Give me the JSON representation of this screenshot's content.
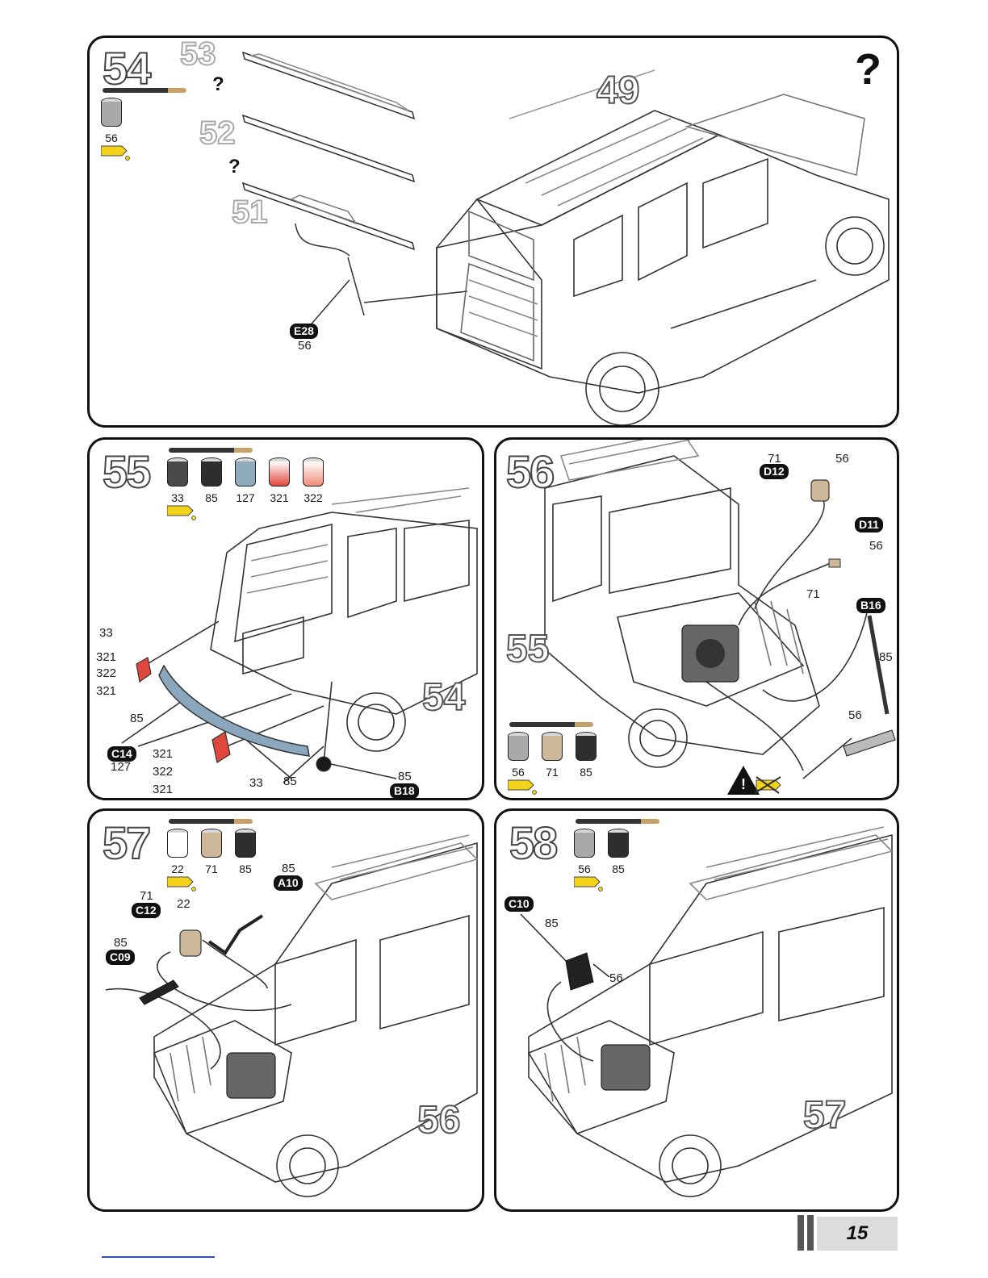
{
  "page": {
    "number": "15"
  },
  "steps": {
    "s54": {
      "number": "54",
      "paints": [
        "56"
      ],
      "sub_refs": [
        "53",
        "52",
        "51"
      ],
      "question_marks": [
        "?",
        "?"
      ],
      "big_question": "?",
      "ref_label": "49",
      "part_tag": "E28",
      "part_color": "56"
    },
    "s55": {
      "number": "55",
      "paints": [
        "33",
        "85",
        "127",
        "321",
        "322"
      ],
      "ref_label": "54",
      "left_labels": [
        "33",
        "321",
        "322",
        "321"
      ],
      "bumper_color": "85",
      "part_tag": "C14",
      "part_color": "127",
      "lower_labels": [
        "321",
        "322",
        "321"
      ],
      "lower_33": "33",
      "lower_85": "85",
      "b18_color": "85",
      "b18_tag": "B18"
    },
    "s56": {
      "number": "56",
      "paints": [
        "56",
        "71",
        "85"
      ],
      "ref_label": "55",
      "d12_color": "71",
      "d12_tag": "D12",
      "d12_paint": "56",
      "d11_tag": "D11",
      "d11_paint": "56",
      "d11_color": "71",
      "b16_tag": "B16",
      "b16_color": "85",
      "lower_paint": "56",
      "warning": "!"
    },
    "s57": {
      "number": "57",
      "paints": [
        "22",
        "71",
        "85"
      ],
      "ref_label": "56",
      "a10_color": "85",
      "a10_tag": "A10",
      "c12_color": "71",
      "c12_tag": "C12",
      "c12_paint": "22",
      "c09_color": "85",
      "c09_tag": "C09"
    },
    "s58": {
      "number": "58",
      "paints": [
        "56",
        "85"
      ],
      "ref_label": "57",
      "c10_tag": "C10",
      "c10_color": "85",
      "c10_paint": "56"
    }
  },
  "colors": {
    "paint_56": "#a9a9a9",
    "paint_33": "#4a4a4a",
    "paint_85": "#2e2e2e",
    "paint_127": "#8fa9bd",
    "paint_321": "#e0473c",
    "paint_322": "#f08a7a",
    "paint_22": "#ffffff",
    "paint_71": "#cfb89a",
    "glue_yellow": "#f2d21b",
    "bumper_blue": "#8aa7bd"
  }
}
